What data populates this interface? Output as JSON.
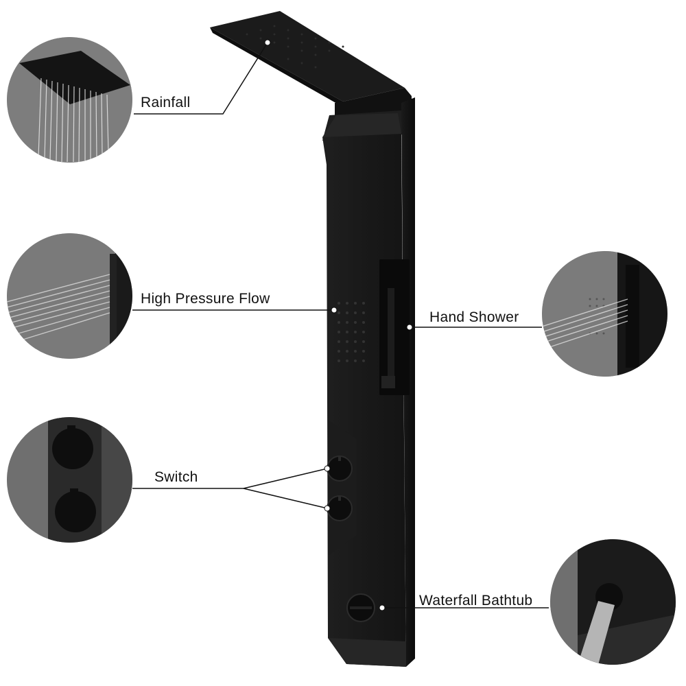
{
  "colors": {
    "background": "#ffffff",
    "panel": "#151515",
    "panel_edge": "#2a2a2a",
    "callout_line": "#111111",
    "circle_bg": "#8a8a8a"
  },
  "callouts": {
    "rainfall": "Rainfall",
    "high_pressure_flow": "High Pressure Flow",
    "hand_shower": "Hand Shower",
    "switch": "Switch",
    "waterfall_bathtub": "Waterfall Bathtub"
  }
}
